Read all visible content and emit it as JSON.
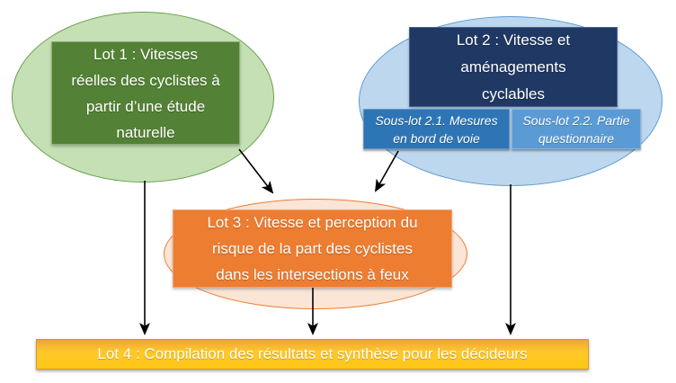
{
  "canvas": {
    "background": "#FFFFFF",
    "connector_color": "#000000"
  },
  "nodes": {
    "lot1": {
      "label": "Lot 1 : Vitesses\nréelles des cyclistes à\npartir d’une étude\nnaturelle",
      "box_color": "#538135",
      "ellipse_fill": "#C5E0B4",
      "ellipse_border": "#689F4B",
      "text_color": "#FFFFFF"
    },
    "lot2": {
      "label": "Lot 2 : Vitesse et\naménagements\ncyclables",
      "box_color": "#1F3864",
      "ellipse_fill": "#BDD7EE",
      "ellipse_border": "#5B9BD5",
      "text_color": "#FFFFFF"
    },
    "sublot21": {
      "label": "Sous-lot 2.1. Mesures\nen bord de voie",
      "box_color": "#2E75B6",
      "text_color": "#FFFFFF"
    },
    "sublot22": {
      "label": "Sous-lot 2.2. Partie\nquestionnaire",
      "box_color": "#5B9BD5",
      "text_color": "#FFFFFF"
    },
    "lot3": {
      "label": "Lot 3 : Vitesse et perception du\nrisque de la part des cyclistes\ndans les intersections à feux",
      "box_color": "#ED7D31",
      "ellipse_fill": "#FBE5D6",
      "ellipse_border": "#ED7D31",
      "text_color": "#FFFFFF"
    },
    "lot4": {
      "label": "Lot 4 : Compilation des résultats et synthèse pour les décideurs",
      "box_color_top": "#EDA33B",
      "box_color": "#FFC716",
      "box_border": "#D79B28",
      "text_color": "#FFFFFF"
    }
  }
}
